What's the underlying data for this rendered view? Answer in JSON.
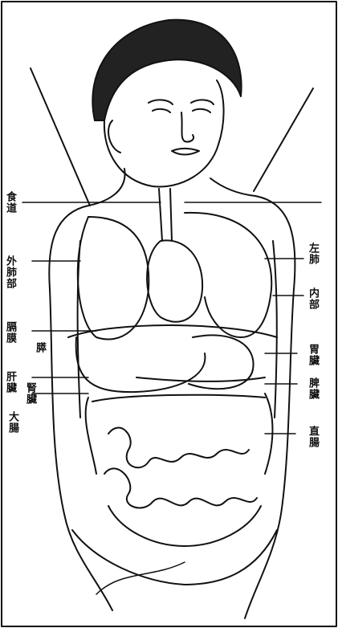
{
  "figure": {
    "ink": "#111111",
    "paper": "#ffffff"
  },
  "labels": {
    "left": {
      "esophagus": "食道",
      "lung_outer": "外肺部",
      "diaphragm": "膈膜",
      "mesentery": "膵",
      "liver": "肝臟",
      "kidney": "腎臟",
      "large_intestine": "大腸"
    },
    "right": {
      "left_lung": "左肺",
      "inner_part": "内部",
      "stomach": "胃臟",
      "pancreas": "脾臟",
      "rectum": "直腸"
    }
  }
}
